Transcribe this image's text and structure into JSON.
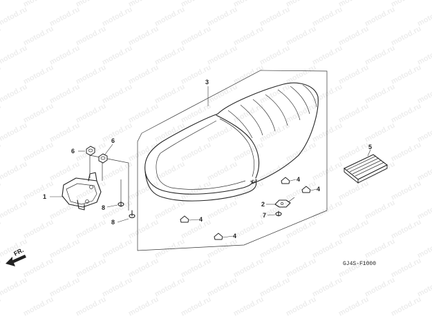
{
  "watermark": "motod.ru",
  "diagram_code": "GJ4S-F1000",
  "direction_label": "FR.",
  "callouts": {
    "c1": "1",
    "c2": "2",
    "c3": "3",
    "c4a": "4",
    "c4b": "4",
    "c4c": "4",
    "c4d": "4",
    "c5": "5",
    "c6a": "6",
    "c6b": "6",
    "c7": "7",
    "c8a": "8",
    "c8b": "8"
  }
}
